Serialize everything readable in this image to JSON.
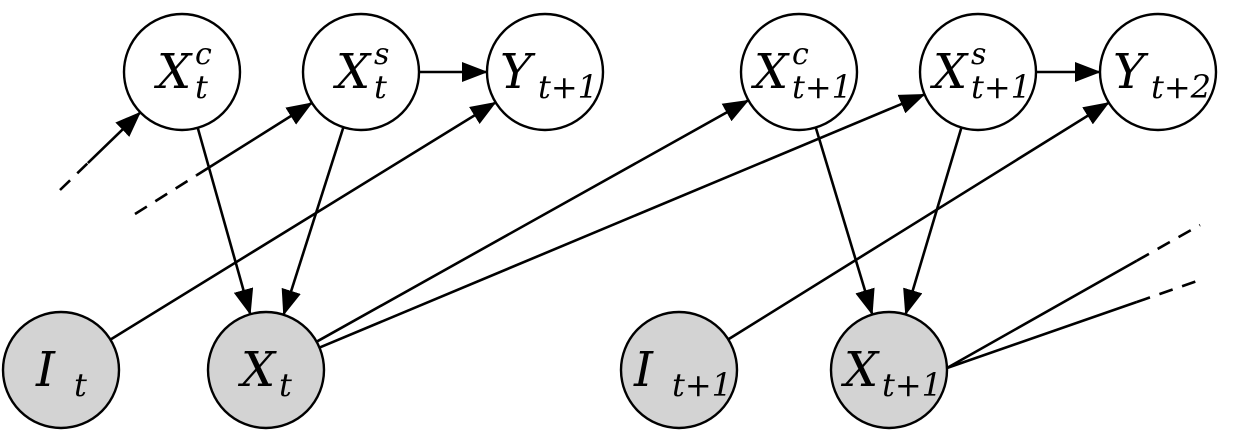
{
  "colors": {
    "observed_fill": "#d3d3d3",
    "latent_fill": "#ffffff",
    "stroke": "#000000"
  },
  "nodes": [
    {
      "id": "xc_t",
      "base": "X",
      "sup": "c",
      "sub": "t",
      "observed": false
    },
    {
      "id": "xs_t",
      "base": "X",
      "sup": "s",
      "sub": "t",
      "observed": false
    },
    {
      "id": "y_t1",
      "base": "Y",
      "sup": "",
      "sub": "t+1",
      "observed": false
    },
    {
      "id": "xc_t1",
      "base": "X",
      "sup": "c",
      "sub": "t+1",
      "observed": false
    },
    {
      "id": "xs_t1",
      "base": "X",
      "sup": "s",
      "sub": "t+1",
      "observed": false
    },
    {
      "id": "y_t2",
      "base": "Y",
      "sup": "",
      "sub": "t+2",
      "observed": false
    },
    {
      "id": "i_t",
      "base": "I",
      "sup": "",
      "sub": "t",
      "observed": true
    },
    {
      "id": "x_t",
      "base": "X",
      "sup": "",
      "sub": "t",
      "observed": true
    },
    {
      "id": "i_t1",
      "base": "I",
      "sup": "",
      "sub": "t+1",
      "observed": true
    },
    {
      "id": "x_t1",
      "base": "X",
      "sup": "",
      "sub": "t+1",
      "observed": true
    }
  ],
  "edges": [
    {
      "from": "xs_t",
      "to": "y_t1"
    },
    {
      "from": "xs_t1",
      "to": "y_t2"
    },
    {
      "from": "xc_t",
      "to": "x_t"
    },
    {
      "from": "xs_t",
      "to": "x_t"
    },
    {
      "from": "xc_t1",
      "to": "x_t1"
    },
    {
      "from": "xs_t1",
      "to": "x_t1"
    },
    {
      "from": "i_t",
      "to": "y_t1"
    },
    {
      "from": "i_t1",
      "to": "y_t2"
    },
    {
      "from": "x_t",
      "to": "xc_t1"
    },
    {
      "from": "x_t",
      "to": "xs_t1"
    }
  ],
  "incoming_stubs": [
    {
      "to": "xc_t"
    },
    {
      "to": "xs_t"
    }
  ],
  "outgoing_stubs": [
    {
      "from": "x_t1",
      "count": 2
    }
  ]
}
